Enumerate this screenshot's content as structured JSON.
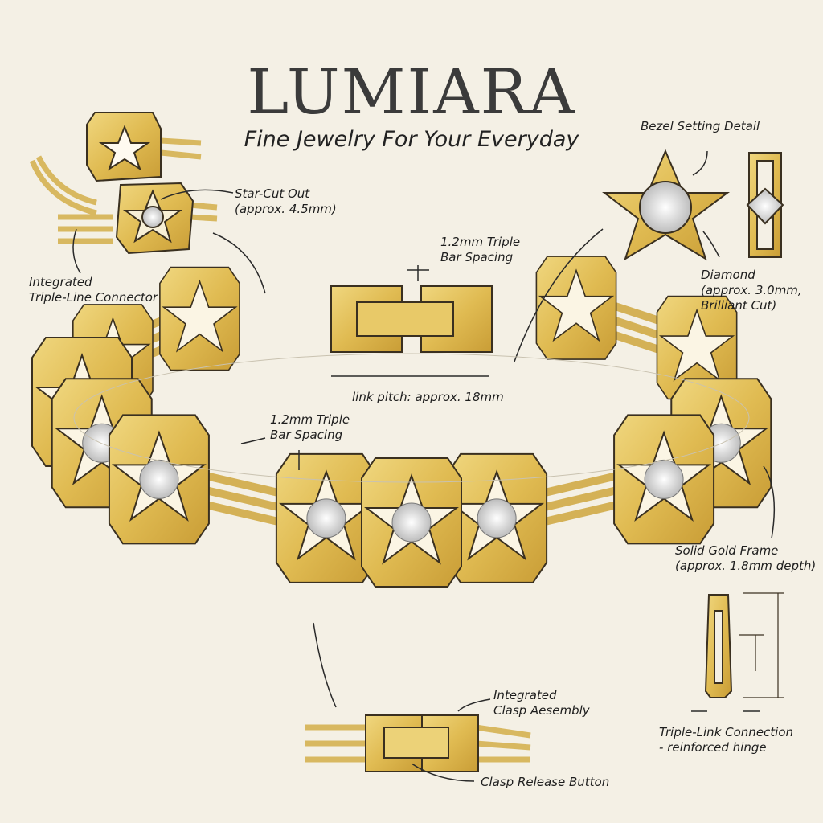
{
  "header": {
    "brand": "LUMIARA",
    "tagline": "Fine Jewelry For Your Everyday"
  },
  "annotations": {
    "bezel": "Bezel Setting Detail",
    "star_cut": "Star-Cut Out\n(approx. 4.5mm)",
    "connector": "Integrated\nTriple-Line Connector",
    "bar_spacing_top": "1.2mm Triple\nBar Spacing",
    "diamond": "Diamond\n(approx. 3.0mm,\nBrilliant Cut)",
    "link_pitch": "link pitch: approx. 18mm",
    "bar_spacing_mid": "1.2mm Triple\nBar Spacing",
    "frame": "Solid Gold Frame\n(approx. 1.8mm depth)",
    "clasp_assembly": "Integrated\nClasp Aesembly",
    "triple_link": "Triple-Link Connection\n- reinforced hinge",
    "clasp_release": "Clasp Release Button"
  },
  "colors": {
    "gold": "#e3c15c",
    "gold_dark": "#b8902e",
    "ink": "#2a2a2a",
    "paper": "#f4f0e5",
    "diamond": "#dcdcdc"
  }
}
